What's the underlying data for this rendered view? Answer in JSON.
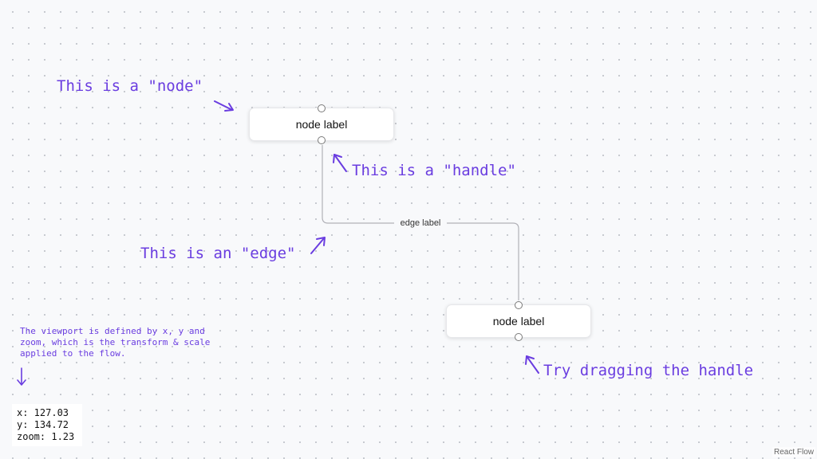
{
  "nodes": [
    {
      "id": "node-1",
      "label": "node label"
    },
    {
      "id": "node-2",
      "label": "node label"
    }
  ],
  "edge": {
    "label": "edge label"
  },
  "annotations": {
    "node": "This is a \"node\"",
    "handle": "This is a \"handle\"",
    "edge": "This is an \"edge\"",
    "drag": "Try dragging the handle",
    "viewport": [
      "The viewport is defined by x, y and",
      "zoom, which is the transform & scale",
      "applied to the flow."
    ]
  },
  "viewport": {
    "x": "x: 127.03",
    "y": "y: 134.72",
    "zoom": "zoom: 1.23"
  },
  "attribution": "React Flow",
  "colors": {
    "accent": "#6a3de0",
    "edge": "#b1b1b7",
    "background": "#f8f9fb"
  },
  "icons": {
    "arrow_glyph": "arrow-icon",
    "down_arrow": "↓"
  }
}
